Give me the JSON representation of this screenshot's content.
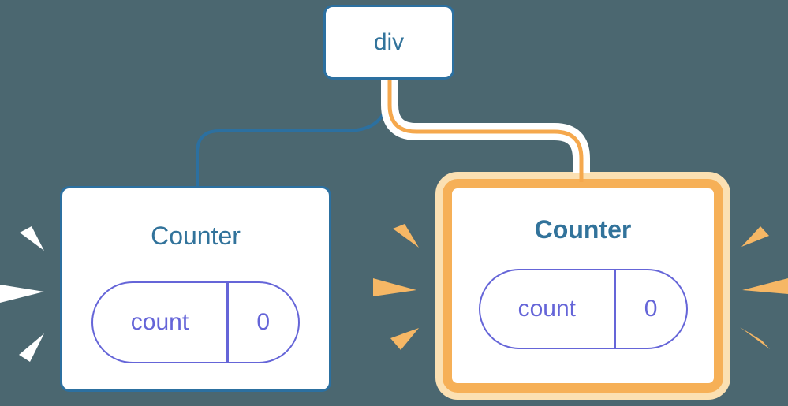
{
  "colors": {
    "background": "#4B6770",
    "blue_line": "#2C70A0",
    "blue_text": "#32739B",
    "purple": "#6565D8",
    "orange_line": "#F5A84D",
    "orange_border": "#F6B057",
    "cream": "#FBE0B2",
    "burst_orange": "#F6B765",
    "burst_white": "#FFFFFF",
    "card_bg": "#FFFFFF"
  },
  "tree": {
    "root": {
      "label": "div"
    },
    "children": [
      {
        "id": "left-counter",
        "title": "Counter",
        "state_key": "count",
        "state_value": "0",
        "highlighted": false
      },
      {
        "id": "right-counter",
        "title": "Counter",
        "state_key": "count",
        "state_value": "0",
        "highlighted": true
      }
    ]
  }
}
